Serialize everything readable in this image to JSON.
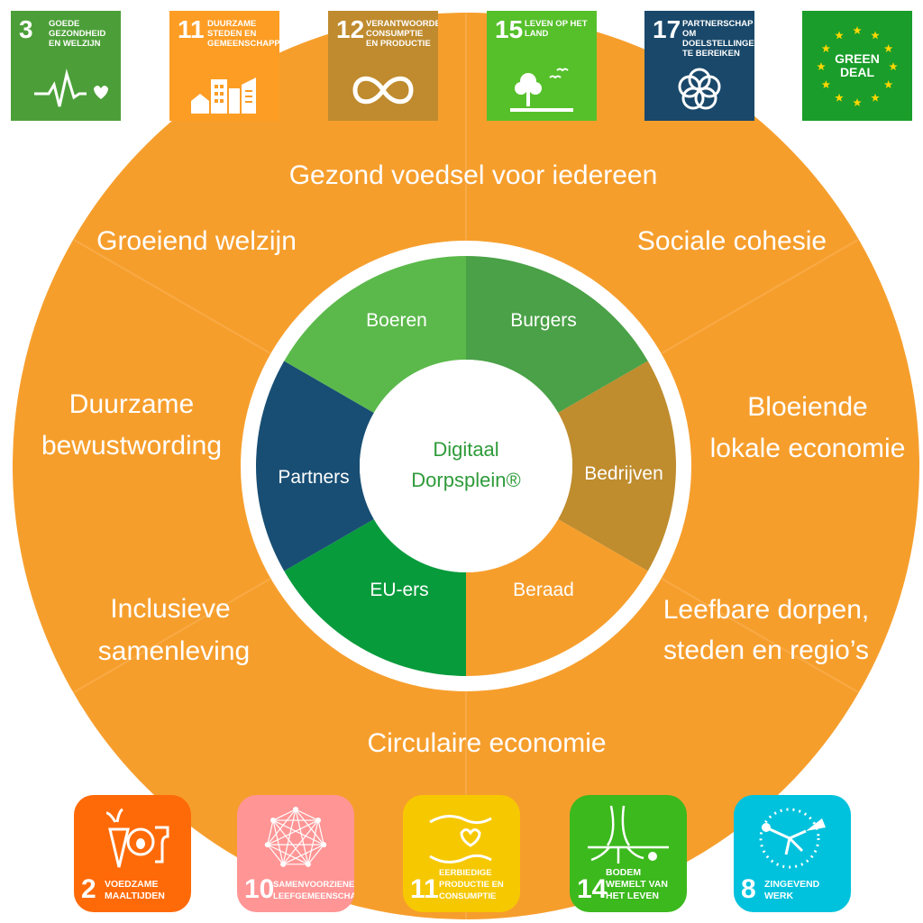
{
  "colors": {
    "outer_ring": "#f69e2c",
    "white_ring": "#ffffff",
    "boeren": "#5bb94b",
    "burgers": "#4aa147",
    "bedrijven": "#bf8c2e",
    "beraad": "#f69e2c",
    "eu_ers": "#089b3c",
    "partners": "#184e74",
    "center_text": "#2e9b3a"
  },
  "outer_ring_labels": [
    "Gezond voedsel voor iedereen",
    "Sociale cohesie",
    "Bloeiende",
    "lokale economie",
    "Leefbare dorpen,",
    "steden en regio’s",
    "Circulaire economie",
    "Inclusieve",
    "samenleving",
    "Duurzame",
    "bewustwording",
    "Groeiend welzijn"
  ],
  "segments": [
    {
      "label": "Burgers",
      "color": "#4aa147"
    },
    {
      "label": "Bedrijven",
      "color": "#bf8c2e"
    },
    {
      "label": "Beraad",
      "color": "#f69e2c"
    },
    {
      "label": "EU-ers",
      "color": "#089b3c"
    },
    {
      "label": "Partners",
      "color": "#184e74"
    },
    {
      "label": "Boeren",
      "color": "#5bb94b"
    }
  ],
  "center": {
    "line1": "Digitaal",
    "line2": "Dorpsplein®"
  },
  "top_goals": [
    {
      "number": "3",
      "label": "Goede gezondheid en welzijn",
      "color": "#4c9f38",
      "icon": "heartbeat-icon"
    },
    {
      "number": "11",
      "label": "Duurzame steden en gemeenschappen",
      "color": "#fd9d24",
      "icon": "city-icon"
    },
    {
      "number": "12",
      "label": "Verantwoorde consumptie en productie",
      "color": "#bf8b2e",
      "icon": "infinity-icon"
    },
    {
      "number": "15",
      "label": "Leven op het land",
      "color": "#56c02b",
      "icon": "tree-icon"
    },
    {
      "number": "17",
      "label": "Partnerschap om doelstellingen te bereiken",
      "color": "#19486a",
      "icon": "flower-icon"
    }
  ],
  "green_deal": {
    "line1": "GREEN",
    "line2": "DEAL",
    "color": "#1a9d2a",
    "star_color": "#ffd700"
  },
  "bottom_goals": [
    {
      "number": "2",
      "label": "Voedzame maaltijden",
      "color": "#ff6a08",
      "icon": "food-icon"
    },
    {
      "number": "10",
      "label": "Samenvoorzienende leefgemeenschappen",
      "color": "#ff9595",
      "icon": "network-icon"
    },
    {
      "number": "11",
      "label": "Eerbiedige productie en consumptie",
      "color": "#f6c800",
      "icon": "hands-heart-icon"
    },
    {
      "number": "14",
      "label": "Bodem wemelt van het leven",
      "color": "#3cb91d",
      "icon": "soil-roots-icon"
    },
    {
      "number": "8",
      "label": "Zingevend werk",
      "color": "#00c2dd",
      "icon": "flying-person-icon"
    }
  ]
}
